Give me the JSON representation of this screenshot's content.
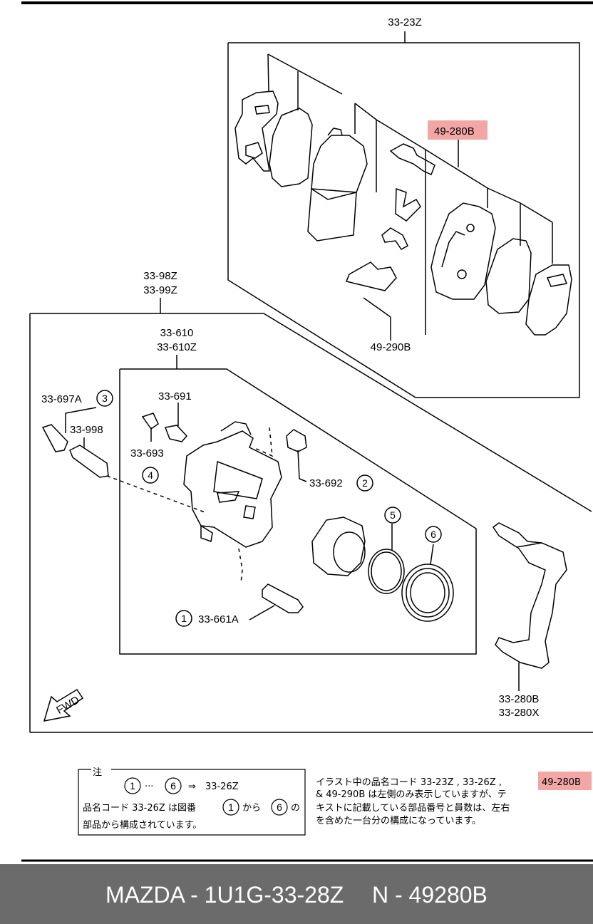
{
  "labels": {
    "pad_kit": "33-23Z",
    "shim_kit_hl": "49-280B",
    "clip_kit": "49-290B",
    "caliper_assy_1": "33-98Z",
    "caliper_assy_2": "33-99Z",
    "caliper_body_1": "33-610",
    "caliper_body_2": "33-610Z",
    "pin_boot": "33-697A",
    "pin_boot_num": "3",
    "guide_pin": "33-998",
    "bleeder": "33-691",
    "bleeder_cap": "33-693",
    "item4_num": "4",
    "dust_boot": "33-692",
    "dust_boot_num": "2",
    "item5_num": "5",
    "item6_num": "6",
    "bolt_num": "1",
    "bolt": "33-661A",
    "bracket_1": "33-280B",
    "bracket_2": "33-280X",
    "fwd": "FWD"
  },
  "note": {
    "title": "注",
    "line1_a": "1",
    "line1_dots": "···",
    "line1_b": "6",
    "line1_arrow": "⇒",
    "line1_code": "33-26Z",
    "line2_a": "品名コード 33-26Z は図番",
    "line2_n1": "1",
    "line2_b": "から",
    "line2_n2": "6",
    "line2_c": "の",
    "line3": "部品から構成されています。",
    "text1_a": "イラスト中の品名コード 33-23Z , 33-26Z ,",
    "text1_hl": "49-280B",
    "text2": "& 49-290B は左側のみ表示していますが、テ",
    "text3": "キストに記載している部品番号と員数は、左右",
    "text4": "を含めた一台分の構成になっています。"
  },
  "footer": {
    "part_code": "MAZDA - 1U1G-33-28Z",
    "alt_code": "N - 49280B"
  }
}
